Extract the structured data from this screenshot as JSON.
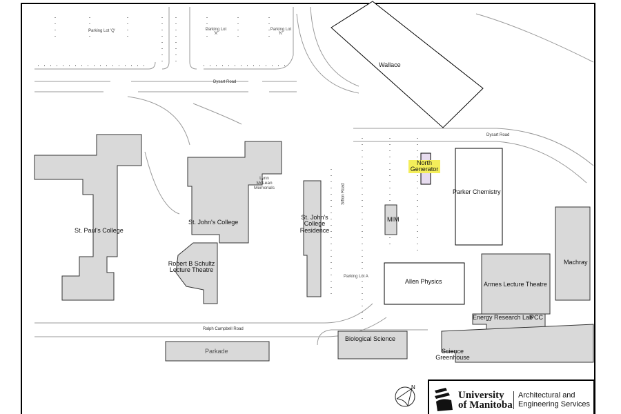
{
  "map": {
    "parking_lots": [
      "Parking Lot 'Q'",
      "Parking Lot 'X'",
      "Parking Lot 'K'",
      "Parking Lot A"
    ],
    "roads": [
      "Dysart Road",
      "Dysart Road",
      "Sifton Road",
      "Ralph Campbell Road"
    ],
    "buildings": {
      "wallace": "Wallace",
      "north_generator": "North Generator",
      "parker_chemistry": "Parker Chemistry",
      "mim": "MIM",
      "lynn_mclean": "Lynn McLean Memorials",
      "st_pauls": "St. Paul's College",
      "st_johns": "St. John's College",
      "st_johns_residence": "St. John's College Residence",
      "schultz": "Robert B Schultz Lecture Theatre",
      "allen_physics": "Allen Physics",
      "armes": "Armes Lecture Theatre",
      "machray": "Machray",
      "energy_lab": "Energy Research Lab",
      "pcc": "PCC",
      "biological_science": "Biological Science",
      "parkade": "Parkade",
      "greenhouse": "Science Greenhouse"
    },
    "highlighted_building": "North Generator",
    "highlight_color": "#f4ee5a",
    "building_fill": "#d9d9d9",
    "north_label": "N"
  },
  "logo": {
    "university": "University of Manitoba",
    "university_line1": "University",
    "university_line2": "of Manitoba",
    "department_line1": "Architectural and",
    "department_line2": "Engineering Services"
  }
}
